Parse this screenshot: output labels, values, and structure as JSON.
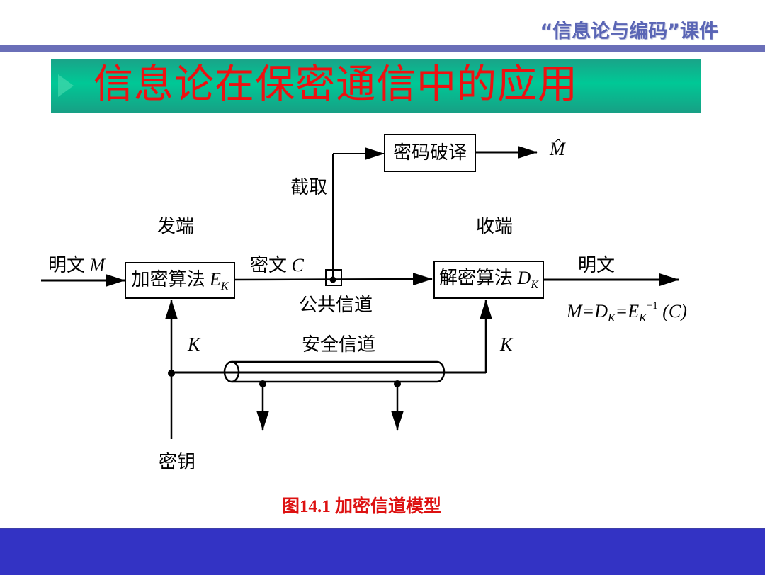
{
  "header": {
    "course_title": "“信息论与编码”课件",
    "colors": {
      "course_title": "#5a65b5",
      "top_rule": "#6a6fb8"
    }
  },
  "slide": {
    "title": "信息论在保密通信中的应用",
    "title_color": "#ee1111",
    "banner_color": "#00c896"
  },
  "diagram": {
    "sender_label": "发端",
    "receiver_label": "收端",
    "plaintext_in_label": "明文",
    "plaintext_in_var": "M",
    "encrypt_box": {
      "label": "加密算法",
      "var": "E",
      "sub": "K"
    },
    "ciphertext_label": "密文",
    "ciphertext_var": "C",
    "public_channel_label": "公共信道",
    "intercept_label": "截取",
    "cryptanalysis_box": {
      "label": "密码破译"
    },
    "estimate_output": "M̂",
    "decrypt_box": {
      "label": "解密算法",
      "var": "D",
      "sub": "K"
    },
    "plaintext_out_label": "明文",
    "formula": {
      "lhs": "M",
      "d": "D",
      "d_sub": "K",
      "e": "E",
      "e_sub": "K",
      "e_sup": "−1",
      "arg": "(C)"
    },
    "key_left": "K",
    "key_right": "K",
    "secure_channel_label": "安全信道",
    "key_source_label": "密钥"
  },
  "caption": {
    "text": "图14.1  加密信道模型",
    "color": "#dd1111"
  },
  "footer": {
    "color": "#3333c4"
  }
}
